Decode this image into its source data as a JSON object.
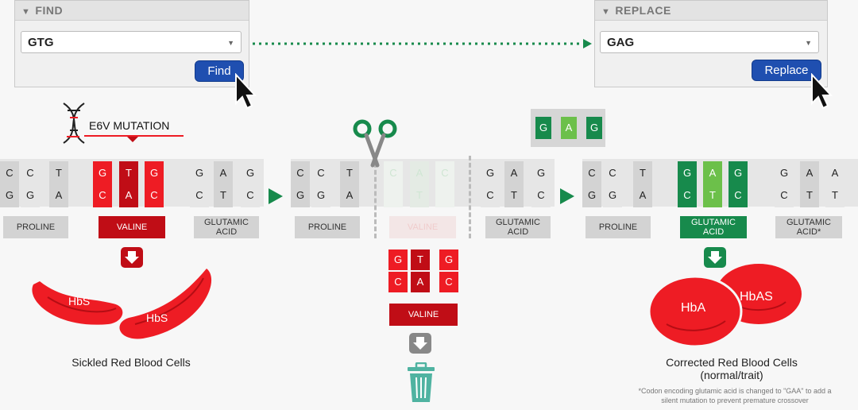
{
  "find": {
    "header": "FIND",
    "value": "GTG",
    "button": "Find"
  },
  "replace": {
    "header": "REPLACE",
    "value": "GAG",
    "button": "Replace"
  },
  "mutation_label": "E6V MUTATION",
  "panel1": {
    "top": [
      "C",
      "C",
      "T",
      "G",
      "T",
      "G",
      "G",
      "A",
      "G"
    ],
    "bottom": [
      "G",
      "G",
      "A",
      "C",
      "A",
      "C",
      "C",
      "T",
      "C"
    ],
    "aa": [
      "PROLINE",
      "VALINE",
      "GLUTAMIC ACID"
    ],
    "cells": [
      "HbS",
      "HbS"
    ],
    "caption": "Sickled Red Blood Cells"
  },
  "panel2": {
    "top": [
      "C",
      "C",
      "T",
      "C",
      "A",
      "C",
      "G",
      "A",
      "G"
    ],
    "bottom": [
      "G",
      "G",
      "A",
      "",
      "T",
      "",
      "C",
      "T",
      "C"
    ],
    "aa": [
      "PROLINE",
      "VALINE",
      "GLUTAMIC ACID"
    ],
    "removed_top": [
      "G",
      "T",
      "G"
    ],
    "removed_bottom": [
      "C",
      "A",
      "C"
    ],
    "removed_aa": "VALINE"
  },
  "donor": [
    "G",
    "A",
    "G"
  ],
  "panel3": {
    "top": [
      "C",
      "C",
      "T",
      "G",
      "A",
      "G",
      "G",
      "A",
      "A"
    ],
    "bottom": [
      "G",
      "G",
      "A",
      "C",
      "T",
      "C",
      "C",
      "T",
      "T"
    ],
    "aa": [
      "PROLINE",
      "GLUTAMIC ACID",
      "GLUTAMIC ACID*"
    ],
    "cells": [
      "HbA",
      "HbAS"
    ],
    "caption_line1": "Corrected Red Blood Cells",
    "caption_line2": "(normal/trait)",
    "footnote": "*Codon encoding glutamic acid is changed to \"GAA\" to add a silent mutation to prevent premature crossover"
  },
  "colors": {
    "red": "#ee1c24",
    "dark_red": "#c00d16",
    "green": "#178a4c",
    "light_green": "#6cc04a",
    "blue_button": "#1f4fb0",
    "teal_trash": "#4fb3a1"
  },
  "icons": [
    "dna-icon",
    "scissors-icon",
    "down-arrow-icon",
    "trash-icon",
    "cursor-icon"
  ]
}
